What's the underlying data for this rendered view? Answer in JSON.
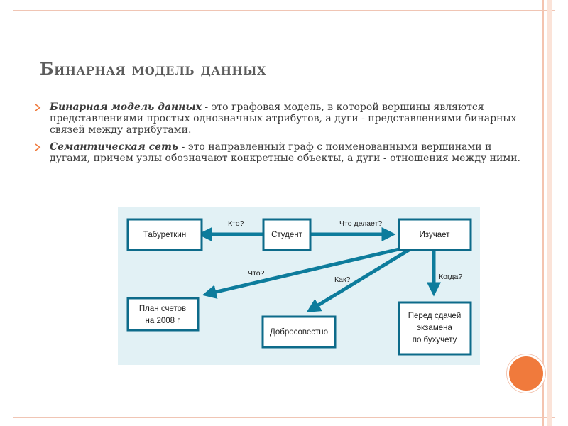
{
  "slide": {
    "title": "Бинарная модель данных",
    "bullets": [
      {
        "term": "Бинарная модель данных",
        "text": " - это графовая модель, в которой вершины являются представлениями простых однозначных атрибутов, а дуги - представлениями бинарных связей между атрибутами."
      },
      {
        "term": "Семантическая сеть",
        "text": " - это направленный граф с поименованными вершинами и дугами, причем узлы обозначают конкретные объекты, а дуги - отношения между ними."
      }
    ]
  },
  "diagram": {
    "nodes": {
      "taburetkin": "Табуреткин",
      "student": "Студент",
      "izuchaet": "Изучает",
      "plan_line1": "План счетов",
      "plan_line2": "на 2008 г",
      "dobrosovestno": "Добросовестно",
      "pered_line1": "Перед сдачей",
      "pered_line2": "экзамена",
      "pered_line3": "по бухучету"
    },
    "edges": {
      "kto": "Кто?",
      "chto_delaet": "Что делает?",
      "chto": "Что?",
      "kak": "Как?",
      "kogda": "Когда?"
    }
  },
  "colors": {
    "accent": "#f07a3c",
    "diagram_bg": "#e2f1f5",
    "edge": "#0d7c9c",
    "node_border": "#0d6b8a",
    "title": "#5c5c5c"
  }
}
